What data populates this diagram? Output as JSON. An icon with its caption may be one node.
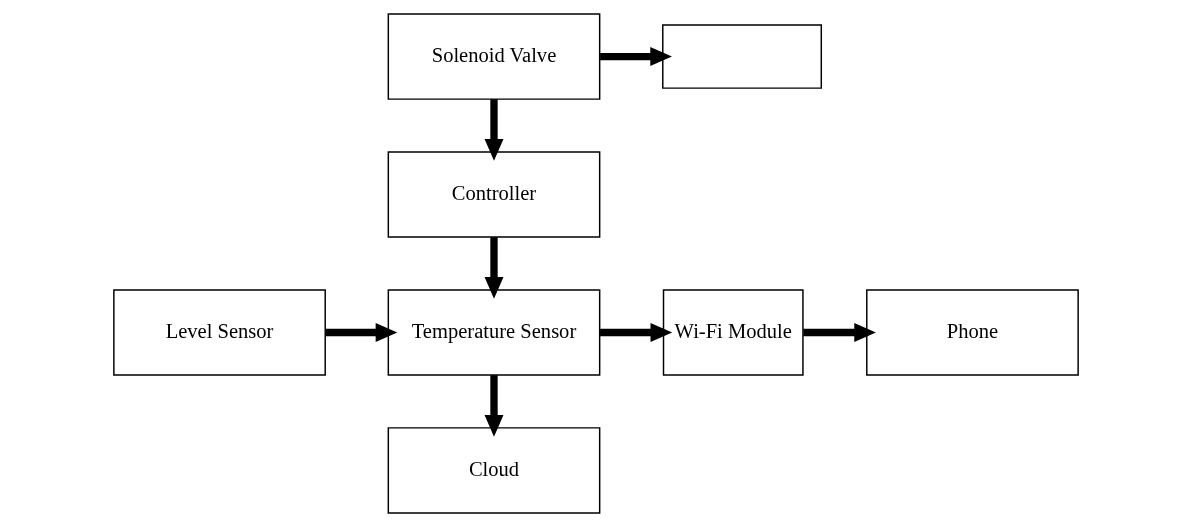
{
  "diagram": {
    "nodes": [
      {
        "text": [
          "Solenoid Valve"
        ]
      },
      {
        "text": [],
        "shape": "box"
      },
      {
        "text": [
          "Controller"
        ]
      },
      {
        "text": [
          "Level Sensor"
        ]
      },
      {
        "text": [
          "Temperature Sensor"
        ]
      },
      {
        "text": [
          "Wi-Fi Module"
        ]
      },
      {
        "text": [
          "Phone"
        ]
      },
      {
        "text": [
          "Cloud"
        ]
      }
    ],
    "edges": [
      {
        "from": 0,
        "to": 2,
        "arrow": "to"
      },
      {
        "from": 0,
        "to": 1,
        "arrow": "to"
      },
      {
        "from": 2,
        "to": 4,
        "arrow": "to"
      },
      {
        "from": 3,
        "to": 4,
        "arrow": "to"
      },
      {
        "from": 4,
        "to": 5,
        "arrow": "to"
      },
      {
        "from": 5,
        "to": 6,
        "arrow": "to"
      },
      {
        "from": 4,
        "to": 7,
        "arrow": "to"
      }
    ]
  }
}
